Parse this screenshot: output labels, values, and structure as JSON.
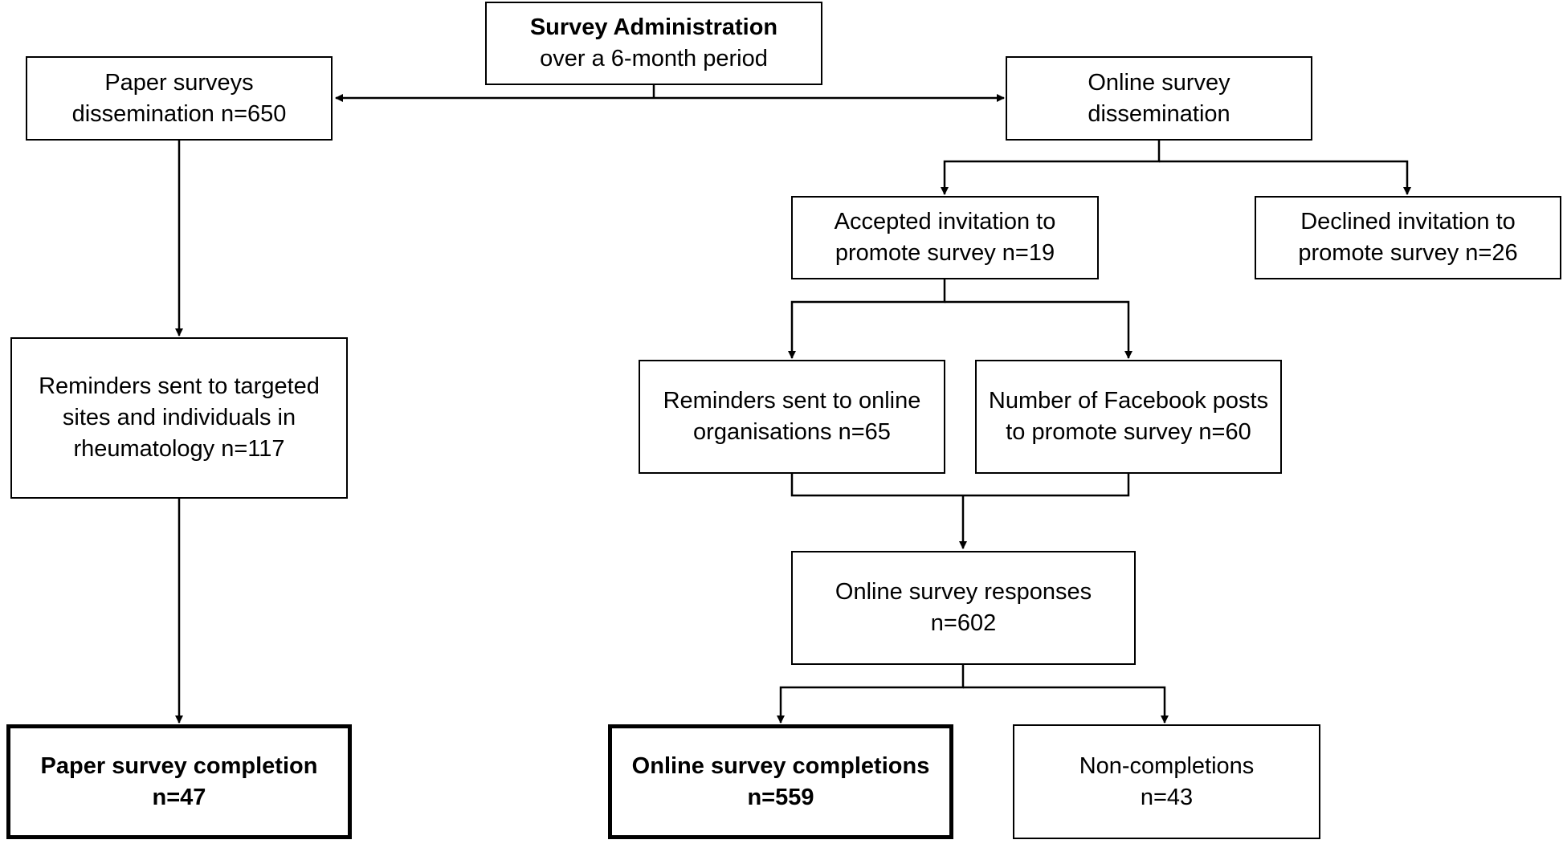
{
  "boxes": {
    "survey_admin": {
      "line1": "Survey Administration",
      "line2": "over a 6-month period"
    },
    "paper_dissemination": {
      "line1": "Paper surveys",
      "line2": "dissemination n=650"
    },
    "online_dissemination": {
      "line1": "Online survey",
      "line2": "dissemination"
    },
    "accepted_invitation": {
      "line1": "Accepted invitation to",
      "line2": "promote survey n=19"
    },
    "declined_invitation": {
      "line1": "Declined invitation to",
      "line2": "promote survey n=26"
    },
    "paper_reminders": {
      "line1": "Reminders sent to targeted",
      "line2": "sites and individuals in",
      "line3": "rheumatology n=117"
    },
    "online_reminders": {
      "line1": "Reminders sent to online",
      "line2": "organisations n=65"
    },
    "facebook_posts": {
      "line1": "Number of Facebook posts",
      "line2": "to promote survey n=60"
    },
    "online_responses": {
      "line1": "Online survey responses",
      "line2": "n=602"
    },
    "paper_completion": {
      "line1": "Paper survey completion",
      "line2": "n=47"
    },
    "online_completions": {
      "line1": "Online survey completions",
      "line2": "n=559"
    },
    "non_completions": {
      "line1": "Non-completions",
      "line2": "n=43"
    }
  }
}
